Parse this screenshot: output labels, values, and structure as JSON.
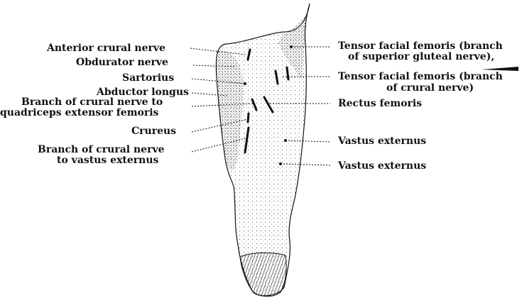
{
  "labels": {
    "left": {
      "anterior_crural": "Anterior crural nerve",
      "obdurator": "Obdurator nerve",
      "sartorius": "Sartorius",
      "abductor_longus": "Abductor longus",
      "branch_quad_line1": "Branch of crural nerve to",
      "branch_quad_line2": "quadriceps extensor femoris",
      "crureus": "Crureus",
      "branch_vastus_line1": "Branch of crural nerve",
      "branch_vastus_line2": "to vastus externus"
    },
    "right": {
      "tensor_superior_line1": "Tensor facial femoris (branch",
      "tensor_superior_line2": "of superior gluteal nerve),",
      "tensor_crural_line1": "Tensor facial femoris (branch",
      "tensor_crural_line2": "of crural nerve)",
      "rectus_femoris": "Rectus femoris",
      "vastus_externus_1": "Vastus externus",
      "vastus_externus_2": "Vastus externus"
    }
  },
  "colors": {
    "ink": "#111111",
    "paper": "#ffffff",
    "stipple": "#555555"
  }
}
